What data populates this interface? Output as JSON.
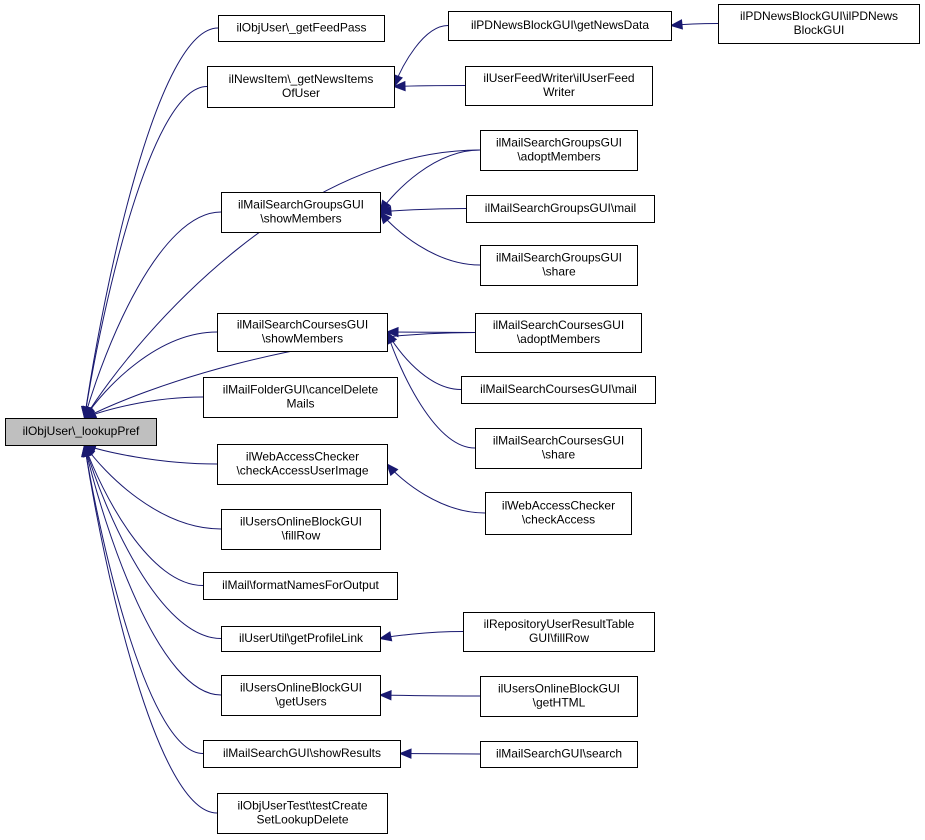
{
  "diagram": {
    "type": "call-graph",
    "edge_color": "#191970",
    "root_fill": "#bfbfbf",
    "node_fill": "#ffffff",
    "nodes": [
      {
        "id": "root",
        "lines": [
          "ilObjUser\\_lookupPref"
        ],
        "root": true
      },
      {
        "id": "getFeedPass",
        "lines": [
          "ilObjUser\\_getFeedPass"
        ]
      },
      {
        "id": "getNewsItemsOfUser",
        "lines": [
          "ilNewsItem\\_getNewsItems",
          "OfUser"
        ]
      },
      {
        "id": "getNewsData",
        "lines": [
          "ilPDNewsBlockGUI\\getNewsData"
        ]
      },
      {
        "id": "PDNewsBlockGUI",
        "lines": [
          "ilPDNewsBlockGUI\\ilPDNews",
          "BlockGUI"
        ]
      },
      {
        "id": "UserFeedWriter",
        "lines": [
          "ilUserFeedWriter\\ilUserFeed",
          "Writer"
        ]
      },
      {
        "id": "groupsAdoptMembers",
        "lines": [
          "ilMailSearchGroupsGUI",
          "\\adoptMembers"
        ]
      },
      {
        "id": "groupsShowMembers",
        "lines": [
          "ilMailSearchGroupsGUI",
          "\\showMembers"
        ]
      },
      {
        "id": "groupsMail",
        "lines": [
          "ilMailSearchGroupsGUI\\mail"
        ]
      },
      {
        "id": "groupsShare",
        "lines": [
          "ilMailSearchGroupsGUI",
          "\\share"
        ]
      },
      {
        "id": "coursesShowMembers",
        "lines": [
          "ilMailSearchCoursesGUI",
          "\\showMembers"
        ]
      },
      {
        "id": "coursesAdoptMembers",
        "lines": [
          "ilMailSearchCoursesGUI",
          "\\adoptMembers"
        ]
      },
      {
        "id": "coursesMail",
        "lines": [
          "ilMailSearchCoursesGUI\\mail"
        ]
      },
      {
        "id": "coursesShare",
        "lines": [
          "ilMailSearchCoursesGUI",
          "\\share"
        ]
      },
      {
        "id": "cancelDeleteMails",
        "lines": [
          "ilMailFolderGUI\\cancelDelete",
          "Mails"
        ]
      },
      {
        "id": "checkAccessUserImage",
        "lines": [
          "ilWebAccessChecker",
          "\\checkAccessUserImage"
        ]
      },
      {
        "id": "checkAccess",
        "lines": [
          "ilWebAccessChecker",
          "\\checkAccess"
        ]
      },
      {
        "id": "onlineFillRow",
        "lines": [
          "ilUsersOnlineBlockGUI",
          "\\fillRow"
        ]
      },
      {
        "id": "formatNames",
        "lines": [
          "ilMail\\formatNamesForOutput"
        ]
      },
      {
        "id": "getProfileLink",
        "lines": [
          "ilUserUtil\\getProfileLink"
        ]
      },
      {
        "id": "repoFillRow",
        "lines": [
          "ilRepositoryUserResultTable",
          "GUI\\fillRow"
        ]
      },
      {
        "id": "onlineGetUsers",
        "lines": [
          "ilUsersOnlineBlockGUI",
          "\\getUsers"
        ]
      },
      {
        "id": "onlineGetHTML",
        "lines": [
          "ilUsersOnlineBlockGUI",
          "\\getHTML"
        ]
      },
      {
        "id": "showResults",
        "lines": [
          "ilMailSearchGUI\\showResults"
        ]
      },
      {
        "id": "search",
        "lines": [
          "ilMailSearchGUI\\search"
        ]
      },
      {
        "id": "testCreate",
        "lines": [
          "ilObjUserTest\\testCreate",
          "SetLookupDelete"
        ]
      }
    ],
    "edges": [
      {
        "from": "getFeedPass",
        "to": "root"
      },
      {
        "from": "getNewsItemsOfUser",
        "to": "root"
      },
      {
        "from": "groupsAdoptMembers",
        "to": "root"
      },
      {
        "from": "groupsShowMembers",
        "to": "root"
      },
      {
        "from": "coursesAdoptMembers",
        "to": "root"
      },
      {
        "from": "coursesShowMembers",
        "to": "root"
      },
      {
        "from": "cancelDeleteMails",
        "to": "root"
      },
      {
        "from": "checkAccessUserImage",
        "to": "root"
      },
      {
        "from": "onlineFillRow",
        "to": "root"
      },
      {
        "from": "formatNames",
        "to": "root"
      },
      {
        "from": "getProfileLink",
        "to": "root"
      },
      {
        "from": "onlineGetUsers",
        "to": "root"
      },
      {
        "from": "showResults",
        "to": "root"
      },
      {
        "from": "testCreate",
        "to": "root"
      },
      {
        "from": "getNewsData",
        "to": "getNewsItemsOfUser"
      },
      {
        "from": "UserFeedWriter",
        "to": "getNewsItemsOfUser"
      },
      {
        "from": "PDNewsBlockGUI",
        "to": "getNewsData"
      },
      {
        "from": "groupsAdoptMembers",
        "to": "groupsShowMembers"
      },
      {
        "from": "groupsMail",
        "to": "groupsShowMembers"
      },
      {
        "from": "groupsShare",
        "to": "groupsShowMembers"
      },
      {
        "from": "coursesAdoptMembers",
        "to": "coursesShowMembers"
      },
      {
        "from": "coursesMail",
        "to": "coursesShowMembers"
      },
      {
        "from": "coursesShare",
        "to": "coursesShowMembers"
      },
      {
        "from": "checkAccess",
        "to": "checkAccessUserImage"
      },
      {
        "from": "repoFillRow",
        "to": "getProfileLink"
      },
      {
        "from": "onlineGetHTML",
        "to": "onlineGetUsers"
      },
      {
        "from": "search",
        "to": "showResults"
      }
    ]
  }
}
